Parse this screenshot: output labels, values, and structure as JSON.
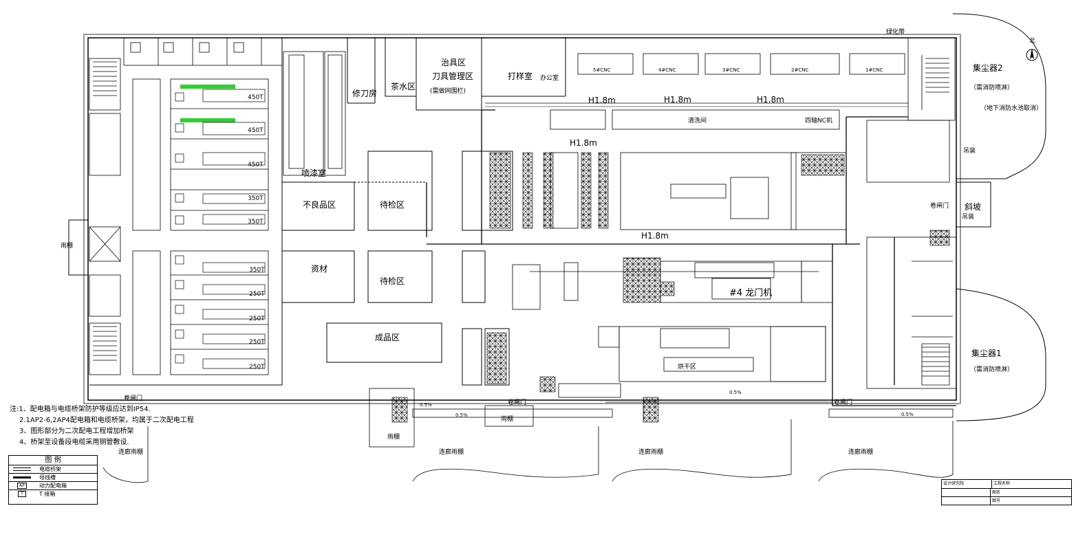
{
  "areas": {
    "dust_collector_2": "集尘器2",
    "dust_collector_2_sub1": "（需消防喷淋）",
    "dust_collector_2_sub2": "（地下消防水池取消）",
    "dust_collector_1": "集尘器1",
    "dust_collector_1_sub": "（需消防喷淋）",
    "tool_area": "治具区",
    "tool_mgmt": "刀具管理区",
    "tool_mgmt_sub": "(需做网围栏)",
    "spray_room": "喷漆室",
    "repair_knife": "修刀房",
    "tea_area": "茶水区",
    "defect_area_top": "不良品区",
    "pending_area_top": "待检区",
    "pending_area_bottom": "待检区",
    "stock_area": "资材",
    "finished_area": "成品区",
    "print_room": "打样室",
    "office": "办公室",
    "cleaning_area": "清洗间",
    "green_corridor": "绿化带",
    "rain_shed_left": "雨棚",
    "rain_shed_small": "雨棚",
    "rain_shed_gap": "雨棚",
    "corridor_shed_1": "连廊雨棚",
    "corridor_shed_2": "连廊雨棚",
    "corridor_shed_3": "连廊雨棚",
    "corridor_shed_4": "连廊雨棚",
    "ramp": "斜坡",
    "shutter_door_right": "卷闸门",
    "shutter_door_1": "卷闸门",
    "shutter_door_2": "卷闸门",
    "shutter_door_3": "卷闸门",
    "machine_4": "#4 龙门机",
    "cnc_machine": "四轴NC机",
    "drying_area": "烘干区",
    "basement_label": "吊装",
    "hoist": "吊装",
    "cnc_sub_1": "5#CNC",
    "cnc_sub_2": "4#CNC",
    "cnc_sub_3": "3#CNC",
    "cnc_sub_4": "2#CNC",
    "cnc_sub_5": "1#CNC"
  },
  "press_labels": [
    "450T",
    "450T",
    "450T",
    "350T",
    "350T",
    "350T",
    "250T",
    "250T",
    "250T",
    "250T"
  ],
  "heights": {
    "h1": "H1.8m",
    "h2": "H1.8m",
    "h3": "H1.8m",
    "h4": "H1.8m",
    "h5": "H1.8m"
  },
  "misc": {
    "slope_1": "0.5%",
    "slope_2": "0.5%",
    "slope_3": "0.5%",
    "slope_4": "0.5%"
  },
  "notes": {
    "n1": "注:1、配电箱与电缆桥架防护等级应达到IP54.",
    "n2": "2.1AP2-6,2AP4配电箱和电缆桥架，均属于二次配电工程",
    "n3": "3、图形部分为二次配电工程增加桥架",
    "n4": "4、桥架至设备段电缆采用钢管敷设."
  },
  "legend": {
    "title": "图  例",
    "items": [
      "电缆桥架",
      "母线槽",
      "动力配电箱",
      "T 接箱"
    ],
    "ap_symbol": "AP",
    "t_symbol": "T"
  },
  "north": "北",
  "title_block": {
    "company": "设计研究院",
    "row1": "工程名称",
    "row2": "图名",
    "row3": "图号"
  },
  "colors": {
    "line": "#000000",
    "accent_green": "#33cc33"
  }
}
